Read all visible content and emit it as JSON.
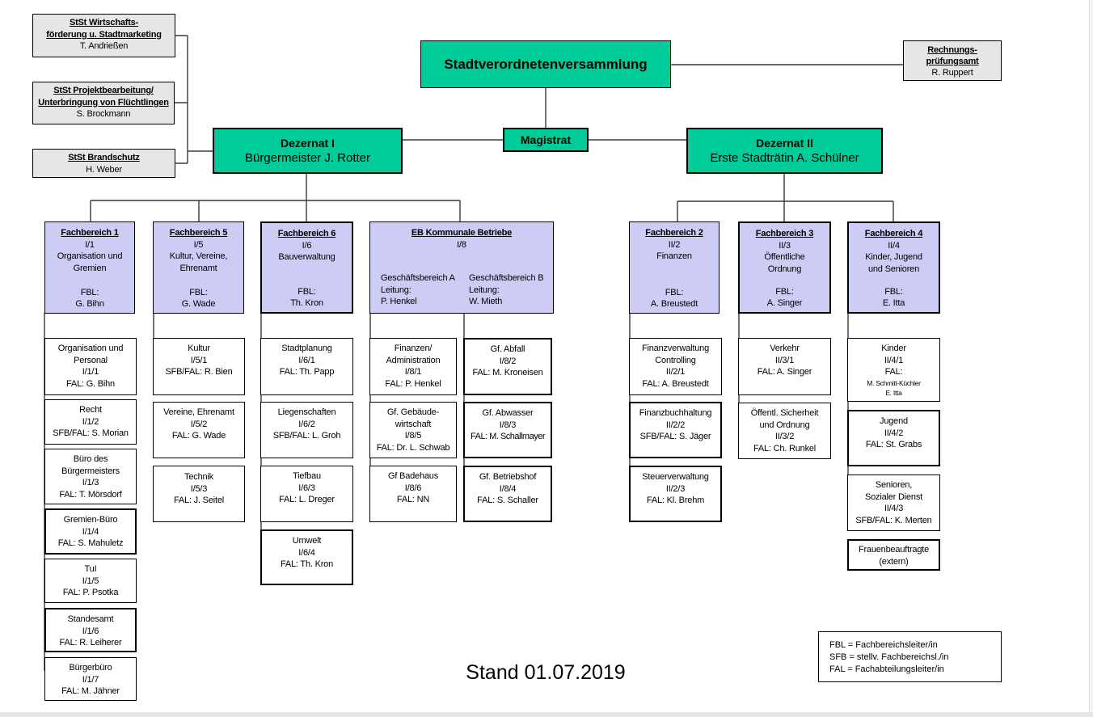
{
  "colors": {
    "governing_body": "#00CC99",
    "department": "#CCCCF5",
    "staff_unit": "#E6E6E6"
  },
  "staff_units": [
    {
      "name": "StSt Wirtschafts-\nförderung u. Stadtmarketing",
      "person": "T. Andrießen"
    },
    {
      "name": "StSt Projektbearbeitung/\nUnterbringung von Flüchtlingen",
      "person": "S. Brockmann"
    },
    {
      "name": "StSt Brandschutz",
      "person": "H. Weber"
    }
  ],
  "council": {
    "label": "Stadtverordnetenversammlung"
  },
  "audit": {
    "name": "Rechnungs-\nprüfungsamt",
    "person": "R. Ruppert"
  },
  "magistrat": {
    "label": "Magistrat"
  },
  "dezernat_1": {
    "title": "Dezernat I",
    "head": "Bürgermeister J. Rotter",
    "departments": [
      {
        "title": "Fachbereich 1",
        "code": "I/1",
        "name": "Organisation und\nGremien",
        "fbl_label": "FBL:",
        "fbl_name": "G. Bihn",
        "units": [
          {
            "name": "Organisation und\nPersonal",
            "code": "I/1/1",
            "lead": "FAL: G. Bihn"
          },
          {
            "name": "Recht",
            "code": "I/1/2",
            "lead": "SFB/FAL:  S. Morian"
          },
          {
            "name": "Büro des\nBürgermeisters",
            "code": "I/1/3",
            "lead": "FAL: T. Mörsdorf"
          },
          {
            "name": "Gremien-Büro",
            "code": "I/1/4",
            "lead": "FAL: S. Mahuletz"
          },
          {
            "name": "TuI",
            "code": "I/1/5",
            "lead": "FAL:  P. Psotka"
          },
          {
            "name": "Standesamt",
            "code": "I/1/6",
            "lead": "FAL:  R. Leiherer"
          },
          {
            "name": "Bürgerbüro",
            "code": "I/1/7",
            "lead": "FAL: M. Jähner"
          }
        ]
      },
      {
        "title": "Fachbereich 5",
        "code": "I/5",
        "name": "Kultur, Vereine,\nEhrenamt",
        "fbl_label": "FBL:",
        "fbl_name": "G. Wade",
        "units": [
          {
            "name": "Kultur",
            "code": "I/5/1",
            "lead": "SFB/FAL: R. Bien"
          },
          {
            "name": "Vereine, Ehrenamt",
            "code": "I/5/2",
            "lead": "FAL: G. Wade"
          },
          {
            "name": "Technik",
            "code": "I/5/3",
            "lead": "FAL: J. Seitel"
          }
        ]
      },
      {
        "title": "Fachbereich 6",
        "code": "I/6",
        "name": "Bauverwaltung",
        "fbl_label": "FBL:",
        "fbl_name": "Th. Kron",
        "units": [
          {
            "name": "Stadtplanung",
            "code": "I/6/1",
            "lead": "FAL: Th. Papp"
          },
          {
            "name": "Liegenschaften",
            "code": "I/6/2",
            "lead": "SFB/FAL: L. Groh"
          },
          {
            "name": "Tiefbau",
            "code": "I/6/3",
            "lead": "FAL: L. Dreger"
          },
          {
            "name": "Umwelt",
            "code": "I/6/4",
            "lead": "FAL: Th. Kron"
          }
        ]
      },
      {
        "title": "EB Kommunale Betriebe",
        "code": "I/8",
        "divisions": [
          {
            "label": "Geschäftsbereich A",
            "lead_label": "Leitung:",
            "lead": "P. Henkel",
            "units": [
              {
                "name": "Finanzen/\nAdministration",
                "code": "I/8/1",
                "lead": "FAL: P. Henkel"
              },
              {
                "name": "Gf. Gebäude-\nwirtschaft",
                "code": "I/8/5",
                "lead": "FAL: Dr. L. Schwab"
              },
              {
                "name": "Gf Badehaus",
                "code": "I/8/6",
                "lead": "FAL:  NN"
              }
            ]
          },
          {
            "label": "Geschäftsbereich B",
            "lead_label": "Leitung:",
            "lead": "W. Mieth",
            "units": [
              {
                "name": "Gf. Abfall",
                "code": "I/8/2",
                "lead": "FAL: M. Kroneisen"
              },
              {
                "name": "Gf. Abwasser",
                "code": "I/8/3",
                "lead": "FAL: M. Schallmayer"
              },
              {
                "name": "Gf. Betriebshof",
                "code": "I/8/4",
                "lead": "FAL: S. Schaller"
              }
            ]
          }
        ]
      }
    ]
  },
  "dezernat_2": {
    "title": "Dezernat II",
    "head": "Erste Stadträtin A. Schülner",
    "departments": [
      {
        "title": "Fachbereich 2",
        "code": "II/2",
        "name": "Finanzen",
        "fbl_label": "FBL:",
        "fbl_name": "A. Breustedt",
        "units": [
          {
            "name": "Finanzverwaltung\nControlling",
            "code": "II/2/1",
            "lead": "FAL: A. Breustedt"
          },
          {
            "name": "Finanzbuchhaltung",
            "code": "II/2/2",
            "lead": "SFB/FAL: S. Jäger"
          },
          {
            "name": "Steuerverwaltung",
            "code": "II/2/3",
            "lead": "FAL: Kl. Brehm"
          }
        ]
      },
      {
        "title": "Fachbereich 3",
        "code": "II/3",
        "name": "Öffentliche\nOrdnung",
        "fbl_label": "FBL:",
        "fbl_name": "A. Singer",
        "units": [
          {
            "name": "Verkehr",
            "code": "II/3/1",
            "lead": "FAL: A. Singer"
          },
          {
            "name": "Öffentl. Sicherheit\nund Ordnung",
            "code": "II/3/2",
            "lead": "FAL: Ch. Runkel"
          }
        ]
      },
      {
        "title": "Fachbereich 4",
        "code": "II/4",
        "name": "Kinder,  Jugend\nund Senioren",
        "fbl_label": "FBL:",
        "fbl_name": "E. Itta",
        "units": [
          {
            "name": "Kinder",
            "code": "II/4/1",
            "lead": "FAL:",
            "lead_small": "M. Schmitt-Küchler\nE. Itta"
          },
          {
            "name": "Jugend",
            "code": "II/4/2",
            "lead": "FAL: St. Grabs"
          },
          {
            "name": "Senioren,\nSozialer Dienst",
            "code": "II/4/3",
            "lead": "SFB/FAL: K. Merten"
          },
          {
            "name": "Frauenbeauftragte\n(extern)"
          }
        ]
      }
    ]
  },
  "stand": "Stand 01.07.2019",
  "legend": [
    "FBL = Fachbereichsleiter/in",
    "SFB = stellv. Fachbereichsl./in",
    "FAL = Fachabteilungsleiter/in"
  ]
}
